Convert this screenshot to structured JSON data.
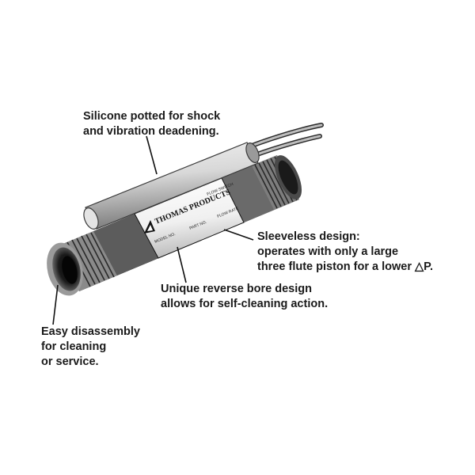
{
  "callouts": {
    "silicone": {
      "line1": "Silicone potted for shock",
      "line2": "and vibration deadening."
    },
    "sleeveless": {
      "line1": "Sleeveless design:",
      "line2": "operates with only a large",
      "line3": "three flute piston for a lower △P."
    },
    "reverse_bore": {
      "line1": "Unique reverse bore design",
      "line2": "allows for self-cleaning action."
    },
    "disassembly": {
      "line1": "Easy disassembly",
      "line2": "for cleaning",
      "line3": "or service."
    }
  },
  "product_label": {
    "brand": "THOMAS PRODUCTS",
    "type": "FLOW SWITCH",
    "model": "MODEL NO.",
    "part": "PART NO.",
    "rate": "FLOW RATE"
  }
}
